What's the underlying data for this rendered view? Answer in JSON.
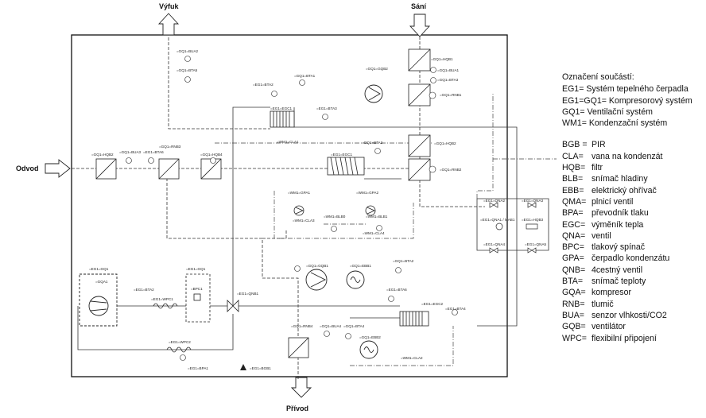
{
  "ports": {
    "exhaust": "Výfuk",
    "intake": "Sání",
    "extract": "Odvod",
    "supply": "Přívod"
  },
  "legend": {
    "title": "Označení součástí:",
    "systems": [
      "EG1= Systém tepelného čerpadla",
      "EG1=GQ1= Kompresorový systém",
      "GQ1= Ventilační systém",
      "WM1= Kondenzační systém"
    ],
    "components": [
      {
        "code": "BGB =",
        "name": "PIR"
      },
      {
        "code": "CLA=",
        "name": "vana na kondenzát"
      },
      {
        "code": "HQB=",
        "name": "filtr"
      },
      {
        "code": "BLB=",
        "name": "snímač hladiny"
      },
      {
        "code": "EBB=",
        "name": "elektrický ohřívač"
      },
      {
        "code": "QMA=",
        "name": "plnicí ventil"
      },
      {
        "code": "BPA=",
        "name": "převodník tlaku"
      },
      {
        "code": "EGC=",
        "name": "výměník tepla"
      },
      {
        "code": "QNA=",
        "name": "ventil"
      },
      {
        "code": "BPC=",
        "name": "tlakový spínač"
      },
      {
        "code": "GPA=",
        "name": "čerpadlo kondenzátu"
      },
      {
        "code": "QNB=",
        "name": "4cestný ventil"
      },
      {
        "code": "BTA=",
        "name": "snímač teploty"
      },
      {
        "code": "GQA=",
        "name": "kompresor"
      },
      {
        "code": "RNB=",
        "name": "tlumič"
      },
      {
        "code": "BUA=",
        "name": "senzor vlhkosti/CO2"
      },
      {
        "code": "GQB=",
        "name": "ventilátor"
      },
      {
        "code": "WPC=",
        "name": "flexibilní připojení"
      }
    ]
  },
  "tags": {
    "bua2": "=GQ1=BUA2",
    "bta5": "=GQ1=BTA5",
    "hqb1": "=GQ1=HQB1",
    "bua1": "=GQ1=BUA1",
    "bta3": "=GQ1=BTA3",
    "rnb1": "=GQ1=RNB1",
    "gqb2": "=GQ1=GQB2",
    "bta1": "=GQ1=BTA1",
    "egc1_top": "=EG1=EGC1",
    "bta2_top": "=EG1=BTA2",
    "bta3_top": "=EG1=BTA3",
    "hqb2_left": "=GQ1=HQB2",
    "bua3": "=GQ1=BUA3",
    "bta6": "=EG1=BTA6",
    "rnb3": "=GQ1=RNB3",
    "hqb4": "=GQ1=HQB4",
    "cla1": "=WM1=CLA1",
    "egc1_mid": "=EG1=EGC1",
    "bta2_mid": "=GQ1=BTA2",
    "hqb2_right": "=GQ1=HQB2",
    "rnb2": "=GQ1=RNB2",
    "gpa1": "=WM1=GPA1",
    "gpa2": "=WM1=GPA2",
    "cla3": "=WM1=CLA3",
    "blb0": "=WM1=BLB0",
    "blb1": "=WM1=BLB1",
    "cla4": "=WM1=CLA4",
    "qna2": "=EG1=QNA2",
    "qna3": "=EG1=QNA3",
    "qna1": "=EG1=QNA1 / MAB1",
    "hqb3": "=EG1=HQB3",
    "qna4": "=EG1=QNA4",
    "qna5": "=EG1=QNA5",
    "gq1_a": "=EG1=GQ1",
    "gqa1": "=GQA1",
    "bta2_low": "=EG1=BTA2",
    "wpc1": "=EG1=WPC1",
    "gq1_b": "=EG1=GQ1",
    "bpc1": "=BPC1",
    "gqb1": "=GQ1=GQB1",
    "ebb1": "=GQ1=EBB1",
    "bta2_lower": "=GQ1=BTA2",
    "qnb1": "=EG1=QNB1",
    "bta6_low": "=EG1=BTA6",
    "egc2": "=EG1=EGC2",
    "bta4_low": "=EG1=BTA4",
    "wpc2": "=EG1=WPC2",
    "bpa1": "=EG1=BPA1",
    "rnb4": "=GQ1=RNB4",
    "bua4": "=GQ1=BUA4",
    "bta4_sup": "=GQ1=BTA4",
    "ebb2": "=GQ1=EBB2",
    "cla2": "=WM1=CLA2",
    "bgb1": "=EG1=BGB1"
  }
}
